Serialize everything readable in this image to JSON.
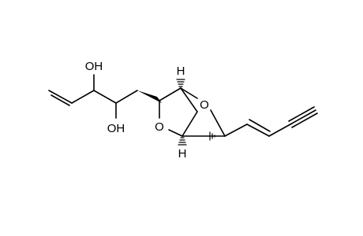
{
  "molecule": {
    "labels": {
      "hydroxyl_upper": "OH",
      "hydroxyl_lower": "OH",
      "ring_oxygen_right": "O",
      "ring_oxygen_left": "O",
      "bridgehead_h_top": "H",
      "bridgehead_h_bottom": "H"
    },
    "colors": {
      "stroke": "#000000",
      "text": "#000000",
      "background": "#ffffff"
    }
  }
}
